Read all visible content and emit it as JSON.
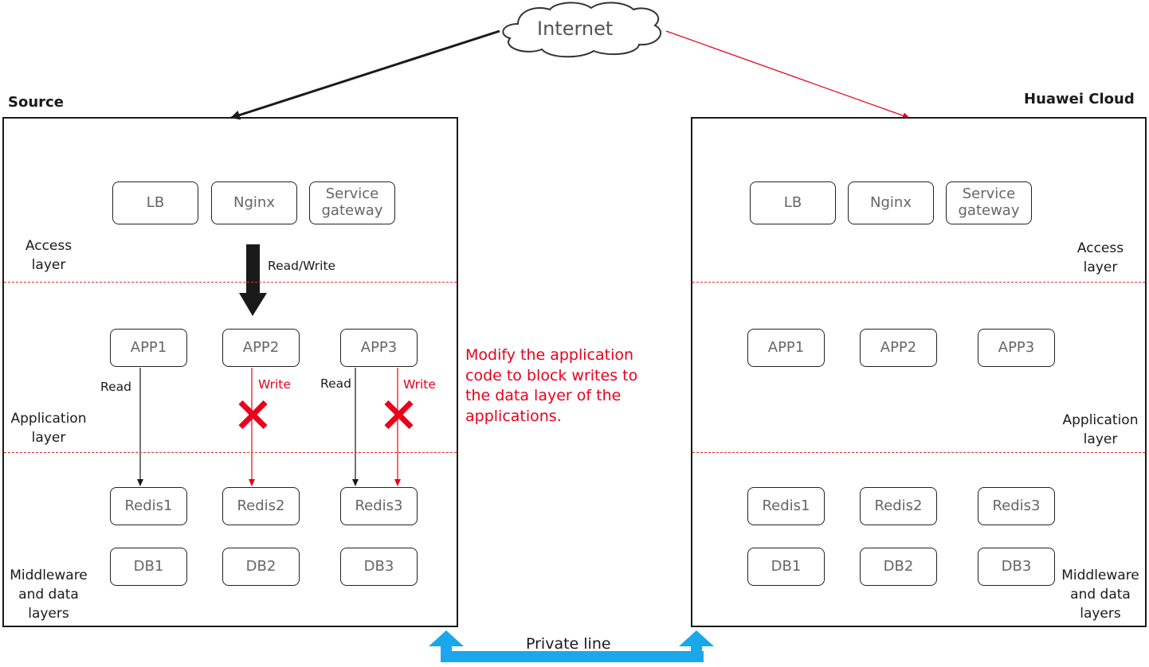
{
  "internet": {
    "label": "Internet"
  },
  "source": {
    "title": "Source",
    "access_nodes": [
      "LB",
      "Nginx",
      "Service\ngateway"
    ],
    "app_nodes": [
      "APP1",
      "APP2",
      "APP3"
    ],
    "redis_nodes": [
      "Redis1",
      "Redis2",
      "Redis3"
    ],
    "db_nodes": [
      "DB1",
      "DB2",
      "DB3"
    ],
    "layers": {
      "access": "Access\nlayer",
      "application": "Application\nlayer",
      "middleware": "Middleware\nand data\nlayers"
    },
    "arrow_labels": {
      "read_write": "Read/Write",
      "read1": "Read",
      "write2": "Write",
      "read3": "Read",
      "write3": "Write"
    }
  },
  "cloud": {
    "title": "Huawei Cloud",
    "access_nodes": [
      "LB",
      "Nginx",
      "Service\ngateway"
    ],
    "app_nodes": [
      "APP1",
      "APP2",
      "APP3"
    ],
    "redis_nodes": [
      "Redis1",
      "Redis2",
      "Redis3"
    ],
    "db_nodes": [
      "DB1",
      "DB2",
      "DB3"
    ],
    "layers": {
      "access": "Access\nlayer",
      "application": "Application\nlayer",
      "middleware": "Middleware\nand data\nlayers"
    }
  },
  "note": "Modify the application code to block writes to the data layer of the applications.",
  "private_line": "Private line",
  "colors": {
    "accent_red": "#e8001c",
    "line_blue": "#1aa7ec",
    "divider": "#e03030"
  }
}
